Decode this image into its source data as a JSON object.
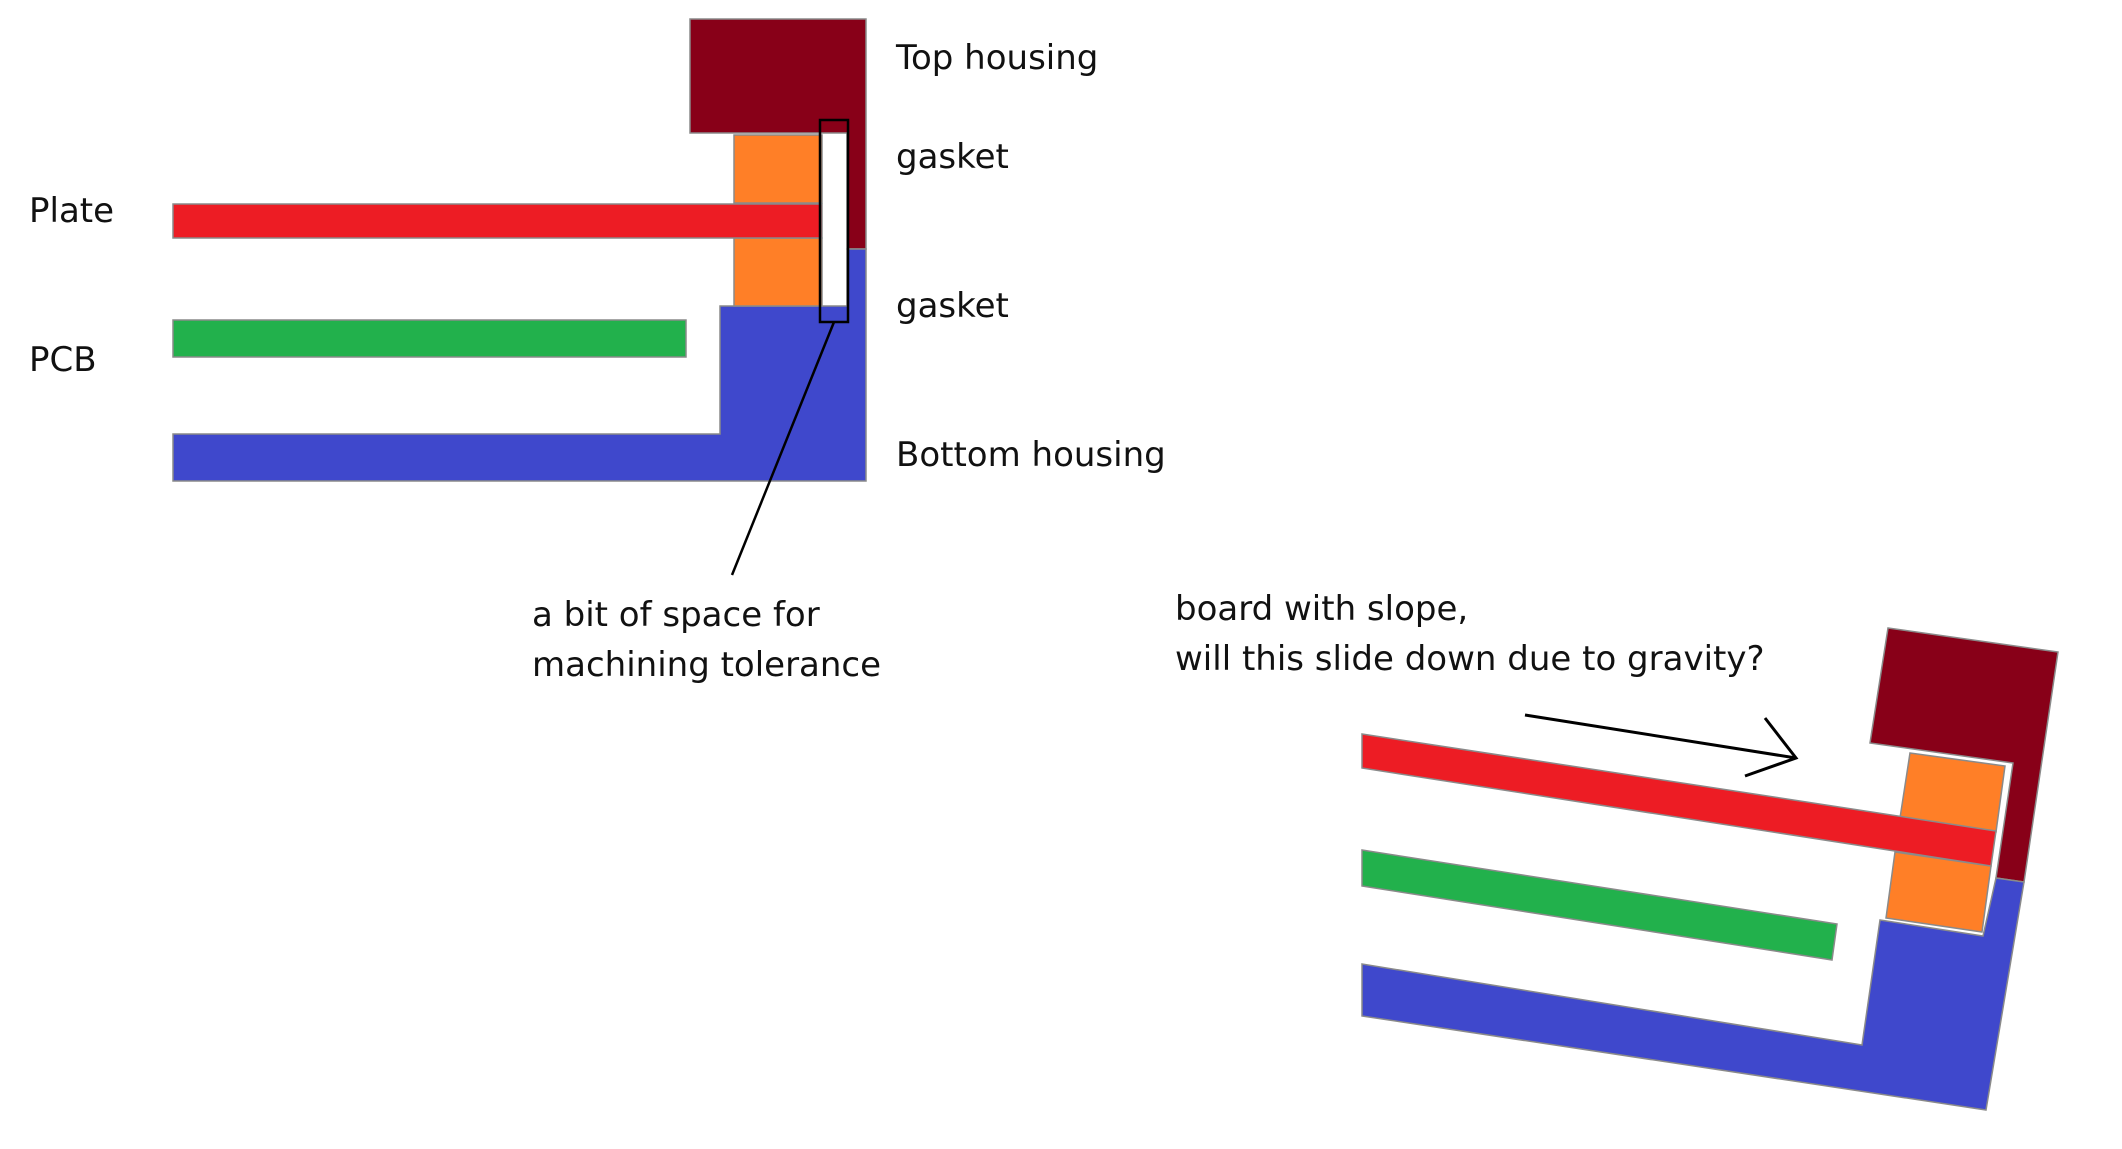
{
  "labels": {
    "plate": "Plate",
    "pcb": "PCB",
    "top_housing": "Top housing",
    "gasket_upper": "gasket",
    "gasket_lower": "gasket",
    "bottom_housing": "Bottom housing",
    "tolerance_line1": "a bit of space for",
    "tolerance_line2": "machining tolerance",
    "slope_line1": "board with slope,",
    "slope_line2": "will this slide down due to gravity?"
  },
  "colors": {
    "top_housing": "#880018",
    "bottom_housing": "#3f48cc",
    "plate": "#ed1c24",
    "pcb": "#22b14c",
    "gasket": "#ff7f27",
    "outline": "#8a8a8a",
    "annotation": "#000000"
  }
}
